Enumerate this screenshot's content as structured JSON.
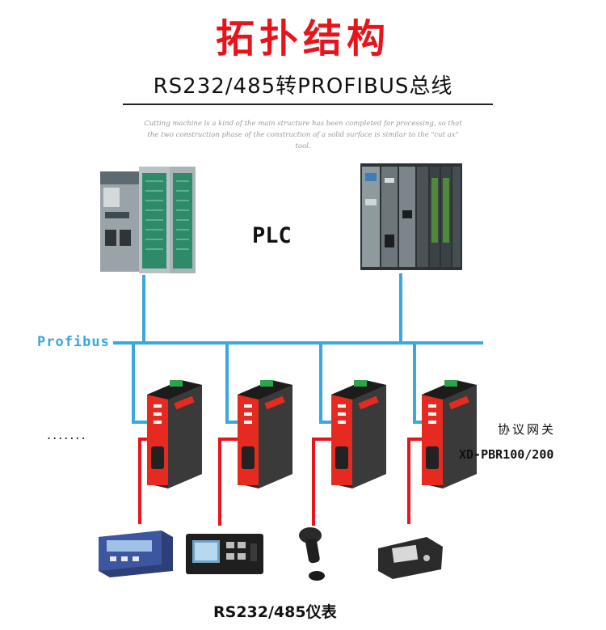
{
  "header": {
    "title": "拓扑结构",
    "subtitle": "RS232/485转PROFIBUS总线",
    "caption_line1": "Cutting machine is a kind of the main structure has been completed for processing, so that",
    "caption_line2": "the two construction phase of the construction of a solid surface is similar to the \"cut ax\"",
    "caption_line3": "tool."
  },
  "labels": {
    "plc": "PLC",
    "bus": "Profibus",
    "more": ".......",
    "gateway": "协议网关",
    "gateway_model": "XD-PBR100/200",
    "instruments": "RS232/485仪表"
  },
  "colors": {
    "title": "#e8141c",
    "bus_line": "#3aa7dd",
    "serial_line": "#e8141c",
    "gateway_body": "#e62a1f",
    "gateway_cover": "#1c1c1c"
  },
  "icons": [
    "plc-s7-300-icon",
    "plc-s7-400-icon",
    "gateway-device-icon",
    "panel-meter-icon",
    "controller-display-icon",
    "barcode-scanner-icon",
    "controller-module-icon"
  ]
}
